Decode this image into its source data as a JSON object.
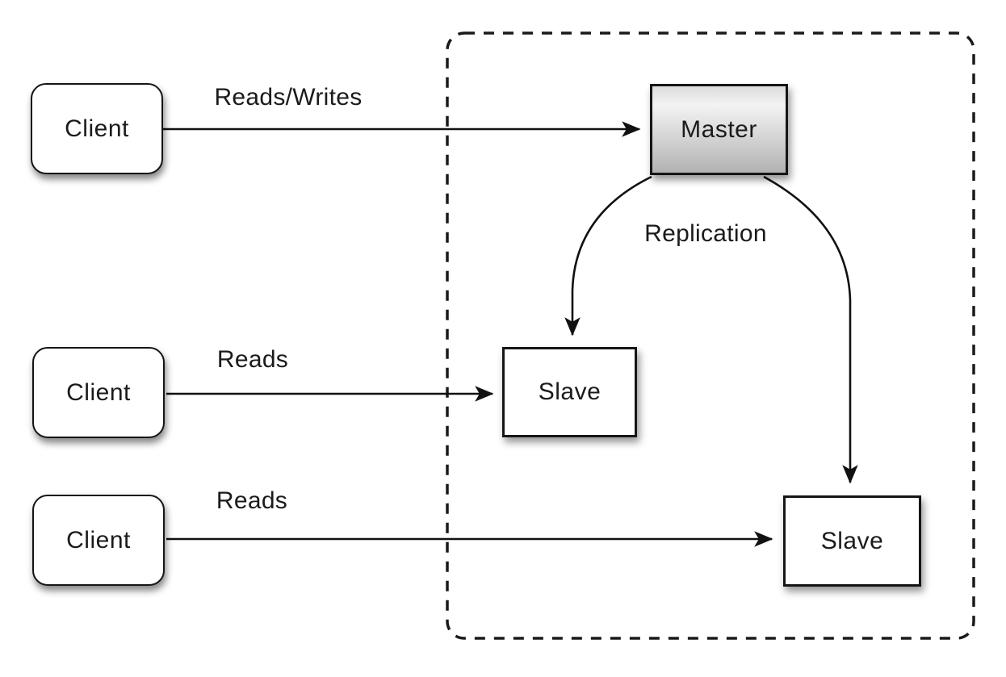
{
  "diagram": {
    "type": "architecture-diagram",
    "topic": "Database master-slave replication",
    "nodes": {
      "client1": {
        "label": "Client",
        "shape": "rounded-rectangle"
      },
      "client2": {
        "label": "Client",
        "shape": "rounded-rectangle"
      },
      "client3": {
        "label": "Client",
        "shape": "rounded-rectangle"
      },
      "master": {
        "label": "Master",
        "shape": "rectangle",
        "fill": "gray-gradient"
      },
      "slave1": {
        "label": "Slave",
        "shape": "rectangle"
      },
      "slave2": {
        "label": "Slave",
        "shape": "rectangle"
      }
    },
    "edges": [
      {
        "from": "client1",
        "to": "master",
        "label": "Reads/Writes",
        "style": "straight-arrow"
      },
      {
        "from": "client2",
        "to": "slave1",
        "label": "Reads",
        "style": "straight-arrow"
      },
      {
        "from": "client3",
        "to": "slave2",
        "label": "Reads",
        "style": "straight-arrow"
      },
      {
        "from": "master",
        "to": "slave1",
        "label": "Replication",
        "style": "curved-arrow"
      },
      {
        "from": "master",
        "to": "slave2",
        "label": "",
        "style": "curved-arrow"
      }
    ],
    "boundary": {
      "style": "dashed-rounded-rectangle",
      "contains": [
        "master",
        "slave1",
        "slave2"
      ]
    },
    "colors": {
      "background": "#ffffff",
      "stroke": "#151515",
      "text": "#1b1b1b",
      "node_fill": "#ffffff",
      "master_fill_top": "#f3f3f3",
      "master_fill_bottom": "#b2b2b2"
    }
  }
}
